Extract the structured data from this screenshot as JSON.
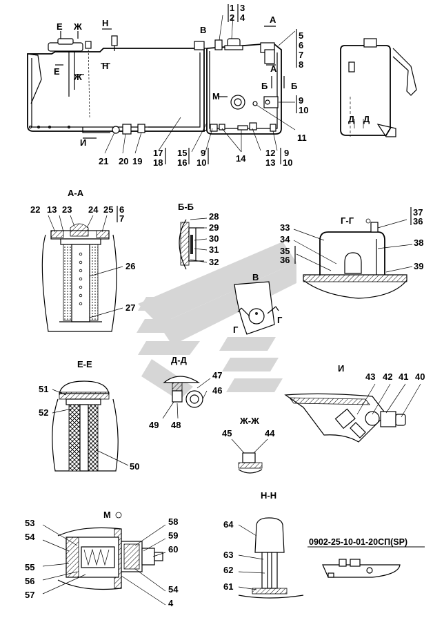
{
  "document_code": "0902-25-10-01-20СП(SP)",
  "colors": {
    "ink": "#000000",
    "watermark": "#d4d4d4",
    "paper": "#ffffff"
  },
  "main_view": {
    "section_marks": [
      "Е",
      "Ж",
      "Н",
      "В",
      "А",
      "Б",
      "И",
      "Д",
      "М"
    ],
    "callouts": [
      "1",
      "2",
      "3",
      "4",
      "5",
      "6",
      "7",
      "8",
      "9",
      "10",
      "11",
      "12",
      "13",
      "14",
      "15",
      "16",
      "17",
      "18",
      "19",
      "20",
      "21"
    ]
  },
  "views": {
    "aa": {
      "title": "А-А",
      "callouts": [
        "22",
        "13",
        "23",
        "24",
        "25",
        "6",
        "7",
        "26",
        "27"
      ]
    },
    "bb": {
      "title": "Б-Б",
      "callouts": [
        "28",
        "29",
        "30",
        "31",
        "32"
      ]
    },
    "gg": {
      "title": "Г-Г",
      "callouts": [
        "33",
        "34",
        "35",
        "36",
        "37",
        "36",
        "38",
        "39"
      ]
    },
    "v": {
      "title": "В",
      "marks": [
        "Г",
        "Г"
      ]
    },
    "dd": {
      "title": "Д-Д",
      "callouts": [
        "47",
        "46",
        "49",
        "48"
      ]
    },
    "ee": {
      "title": "Е-Е",
      "callouts": [
        "51",
        "52",
        "50"
      ]
    },
    "i": {
      "title": "И",
      "callouts": [
        "43",
        "42",
        "41",
        "40"
      ]
    },
    "zhzh": {
      "title": "Ж-Ж",
      "callouts": [
        "45",
        "44"
      ]
    },
    "m": {
      "title": "М",
      "callouts": [
        "53",
        "54",
        "55",
        "56",
        "57",
        "58",
        "59",
        "60",
        "54",
        "4"
      ]
    },
    "nn": {
      "title": "Н-Н",
      "callouts": [
        "64",
        "63",
        "62",
        "61"
      ]
    }
  }
}
